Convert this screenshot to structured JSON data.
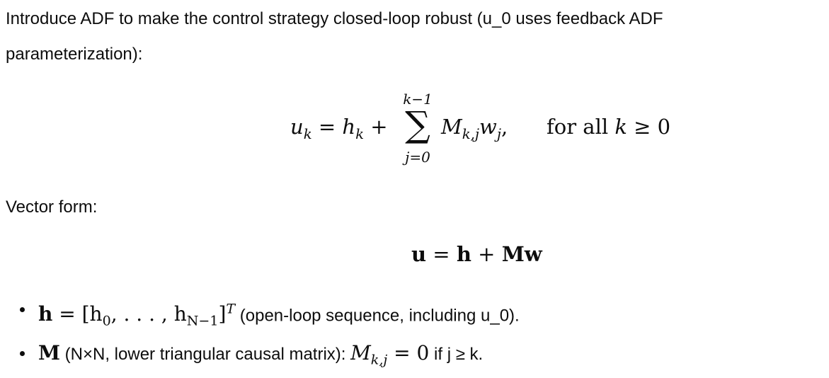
{
  "intro": {
    "line1": "Introduce ADF to make the control strategy closed-loop robust (u_0 uses feedback ADF",
    "line2": "parameterization):"
  },
  "equation1": {
    "lhs": "u",
    "lhs_sub": "k",
    "equals": " = ",
    "h": "h",
    "h_sub": "k",
    "plus": " + ",
    "sum_upper": "k−1",
    "sum_symbol": "∑",
    "sum_lower": "j=0",
    "M": "M",
    "M_sub": "k,j",
    "w": "w",
    "w_sub": "j",
    "comma": ",",
    "cond_text": "for all ",
    "cond_var": "k",
    "cond_rel": " ≥ 0"
  },
  "vector_label": "Vector form:",
  "equation2": {
    "u": "u",
    "equals": " = ",
    "h": "h",
    "plus": " + ",
    "Mw": "Mw"
  },
  "bullets": [
    {
      "bold_var": "h",
      "math_rest": " = [h",
      "sub0": "0",
      "middle": ", . . . , h",
      "subN": "N−1",
      "close": "]",
      "sup": "T",
      "text": " (open-loop sequence, including u_0)."
    },
    {
      "bold_var": "M",
      "text1": " (N×N, lower triangular causal matrix): ",
      "M": "M",
      "M_sub": "k,j",
      "rel": " = 0",
      "text2": " if j ≥ k."
    }
  ]
}
